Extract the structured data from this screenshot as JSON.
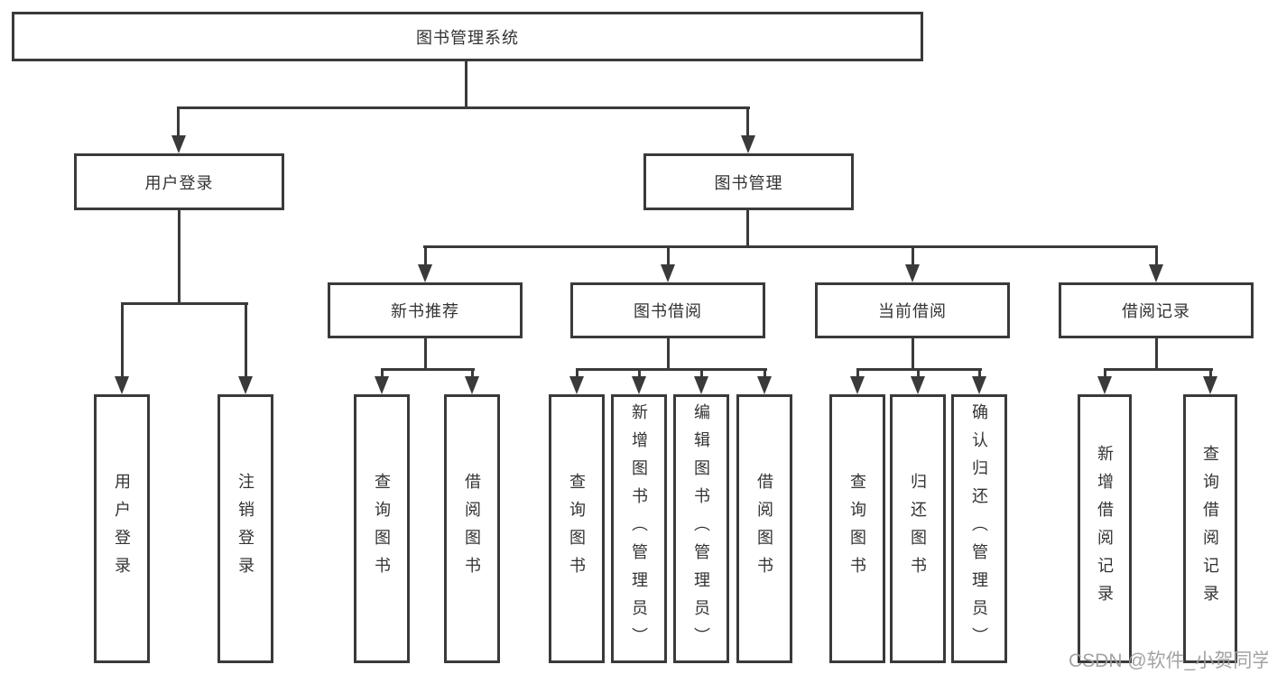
{
  "nodes": {
    "root": "图书管理系统",
    "user_login": "用户登录",
    "book_mgmt": "图书管理",
    "new_books": "新书推荐",
    "book_borrow": "图书借阅",
    "current_borrow": "当前借阅",
    "borrow_records": "借阅记录"
  },
  "leaves": {
    "login": [
      "用户登录",
      "注销登录"
    ],
    "new_books": [
      "查询图书",
      "借阅图书"
    ],
    "book_borrow": [
      "查询图书",
      "新增图书（管理员）",
      "编辑图书（管理员）",
      "借阅图书"
    ],
    "current_borrow": [
      "查询图书",
      "归还图书",
      "确认归还（管理员）"
    ],
    "borrow_records": [
      "新增借阅记录",
      "查询借阅记录"
    ]
  },
  "watermark": "CSDN @软件_小贺同学",
  "colors": {
    "line": "#3a3a3a",
    "text": "#333333",
    "watermark": "#9e9e9e",
    "background": "#ffffff"
  }
}
